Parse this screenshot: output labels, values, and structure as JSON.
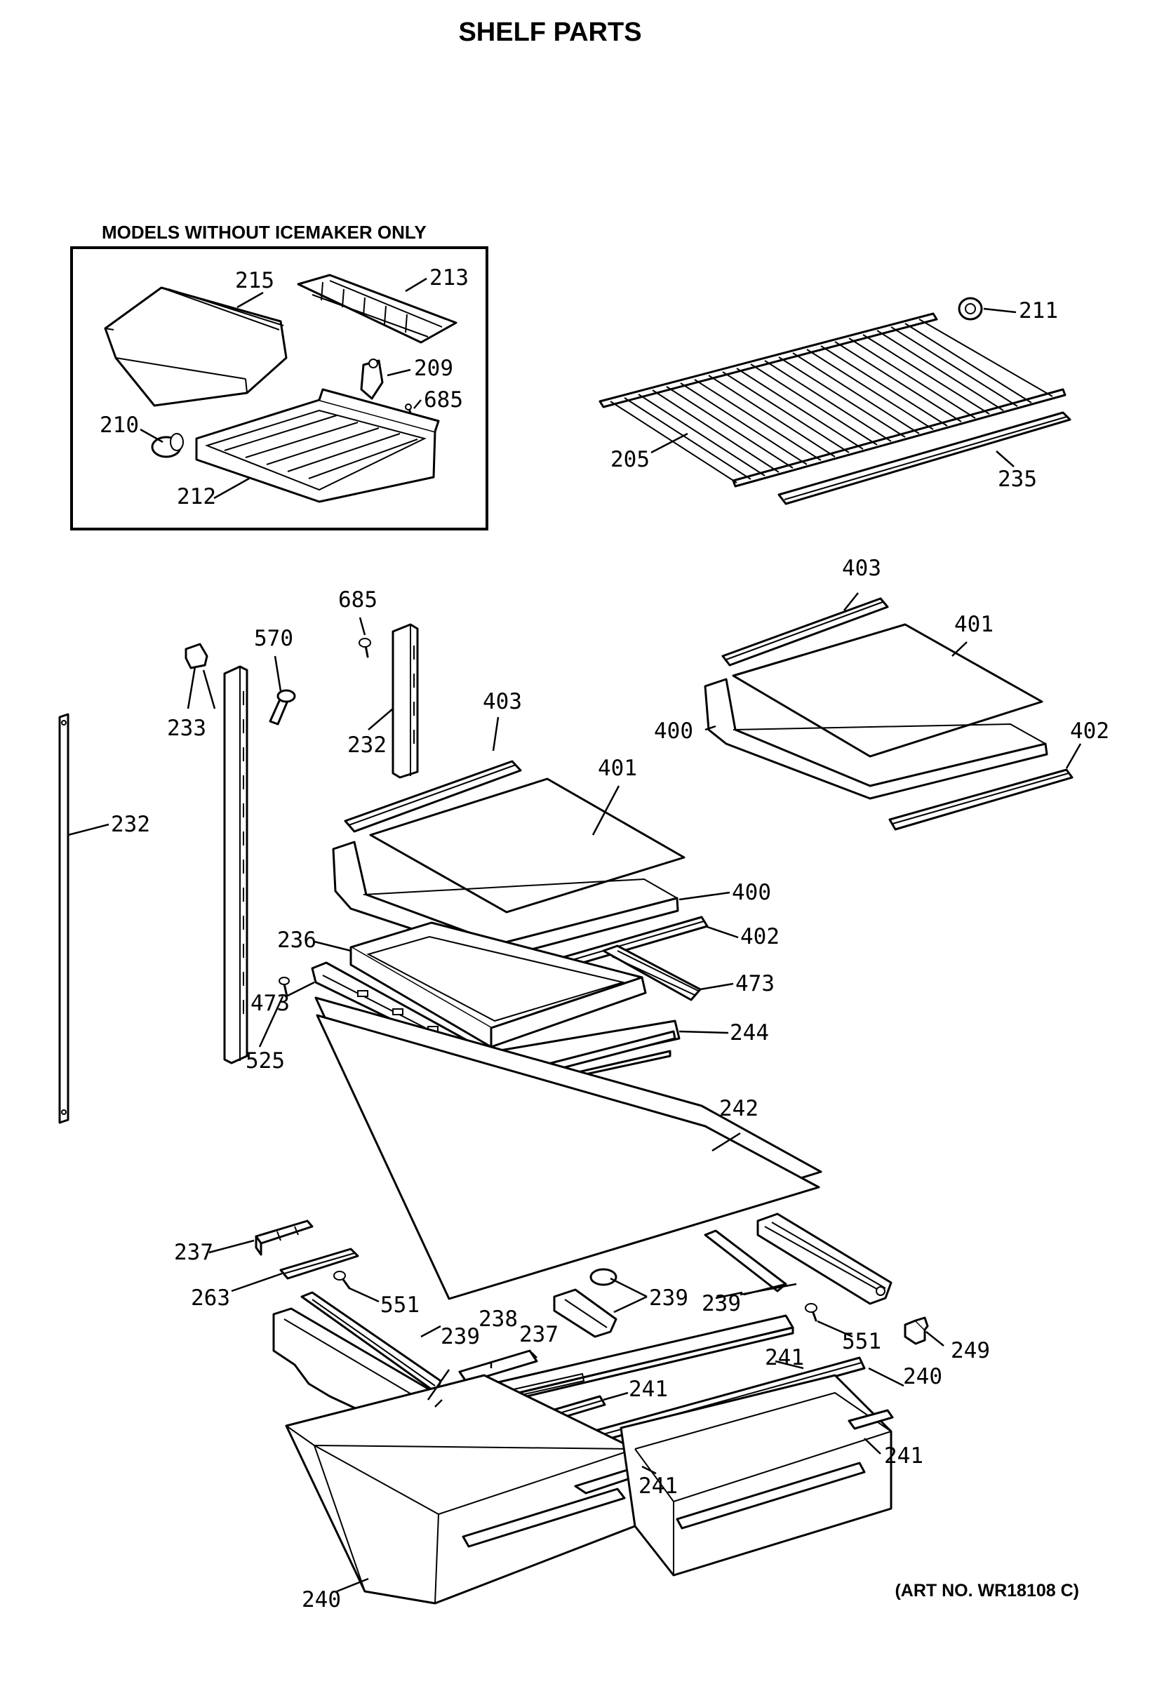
{
  "header": {
    "title": "SHELF PARTS",
    "inset_title": "MODELS WITHOUT ICEMAKER ONLY",
    "art_number": "(ART NO. WR18108 C)"
  },
  "callouts": {
    "c215": "215",
    "c213": "213",
    "c209": "209",
    "c685a": "685",
    "c210": "210",
    "c212": "212",
    "c211": "211",
    "c205": "205",
    "c235": "235",
    "c685b": "685",
    "c570": "570",
    "c233": "233",
    "c232a": "232",
    "c232b": "232",
    "c403a": "403",
    "c401a": "401",
    "c400a": "400",
    "c402a": "402",
    "c403b": "403",
    "c401b": "401",
    "c400b": "400",
    "c402b": "402",
    "c236": "236",
    "c473a": "473",
    "c473b": "473",
    "c525": "525",
    "c244": "244",
    "c242": "242",
    "c237a": "237",
    "c263": "263",
    "c551a": "551",
    "c239a": "239",
    "c238": "238",
    "c237b": "237",
    "c239b": "239",
    "c239c": "239",
    "c551b": "551",
    "c249": "249",
    "c241a": "241",
    "c241b": "241",
    "c240a": "240",
    "c241c": "241",
    "c241d": "241",
    "c240b": "240"
  }
}
